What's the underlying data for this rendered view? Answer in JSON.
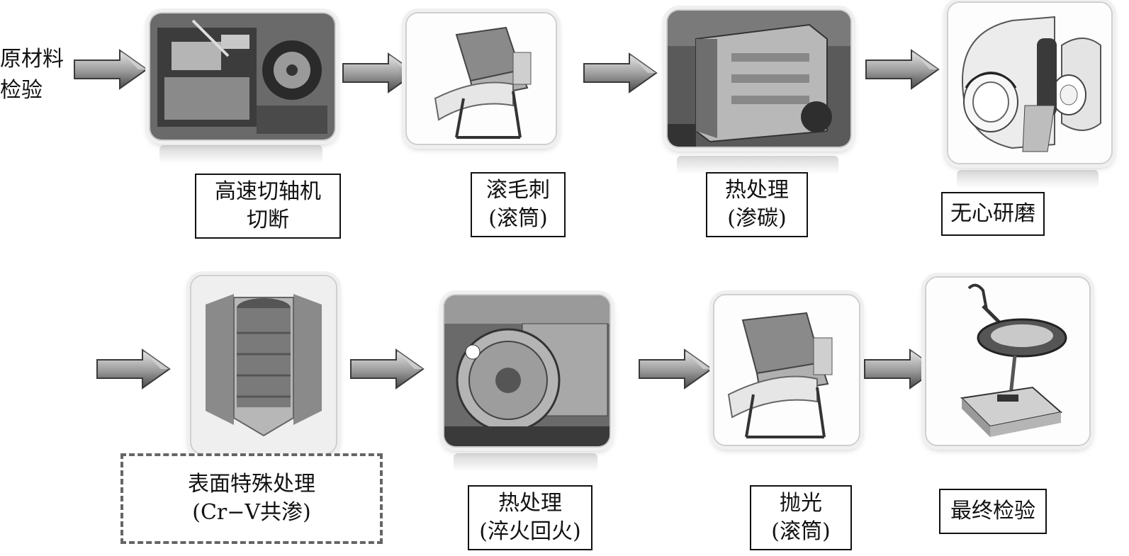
{
  "start": {
    "line1": "原材料",
    "line2": "检验"
  },
  "steps": [
    {
      "line1": "高速切轴机",
      "line2": "切断",
      "icon": "cutting-machine-icon"
    },
    {
      "line1": "滚毛刺",
      "line2": "(滚筒)",
      "icon": "tumbler-icon"
    },
    {
      "line1": "热处理",
      "line2": "(渗碳)",
      "icon": "furnace-icon"
    },
    {
      "line1": "无心研磨",
      "line2": "",
      "icon": "centerless-grinding-icon"
    },
    {
      "line1": "表面特殊处理",
      "line2": "(Cr−V共渗)",
      "icon": "coating-vessel-icon"
    },
    {
      "line1": "热处理",
      "line2": "(淬火回火)",
      "icon": "quench-furnace-icon"
    },
    {
      "line1": "抛光",
      "line2": "(滚筒)",
      "icon": "tumbler-icon"
    },
    {
      "line1": "最终检验",
      "line2": "",
      "icon": "magnifier-lamp-icon"
    }
  ]
}
